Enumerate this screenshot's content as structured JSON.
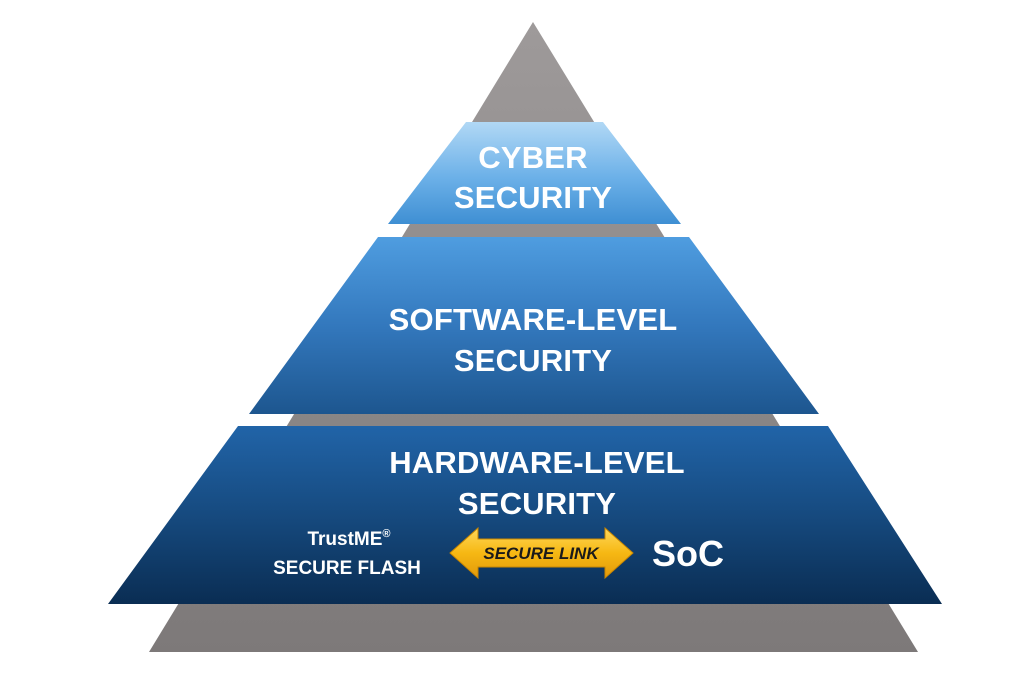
{
  "diagram": {
    "tiers": [
      {
        "line1": "CYBER",
        "line2": "SECURITY"
      },
      {
        "line1": "SOFTWARE-LEVEL",
        "line2": "SECURITY"
      },
      {
        "line1": "HARDWARE-LEVEL",
        "line2": "SECURITY"
      }
    ],
    "flash_label_line1": "TrustME",
    "flash_label_registered": "®",
    "flash_label_line2": "SECURE FLASH",
    "link_label": "SECURE LINK",
    "soc_label": "SoC",
    "colors": {
      "pyramid_gray": "#8f8b8b",
      "tier_top_light": "#a9d3f3",
      "tier_top_dark": "#3f8fd3",
      "tier_mid_light": "#4d9ad9",
      "tier_mid_dark": "#1f5a97",
      "tier_base_light": "#1f5fa1",
      "tier_base_dark": "#0b2f57",
      "link_arrow": "#f4b411"
    }
  }
}
